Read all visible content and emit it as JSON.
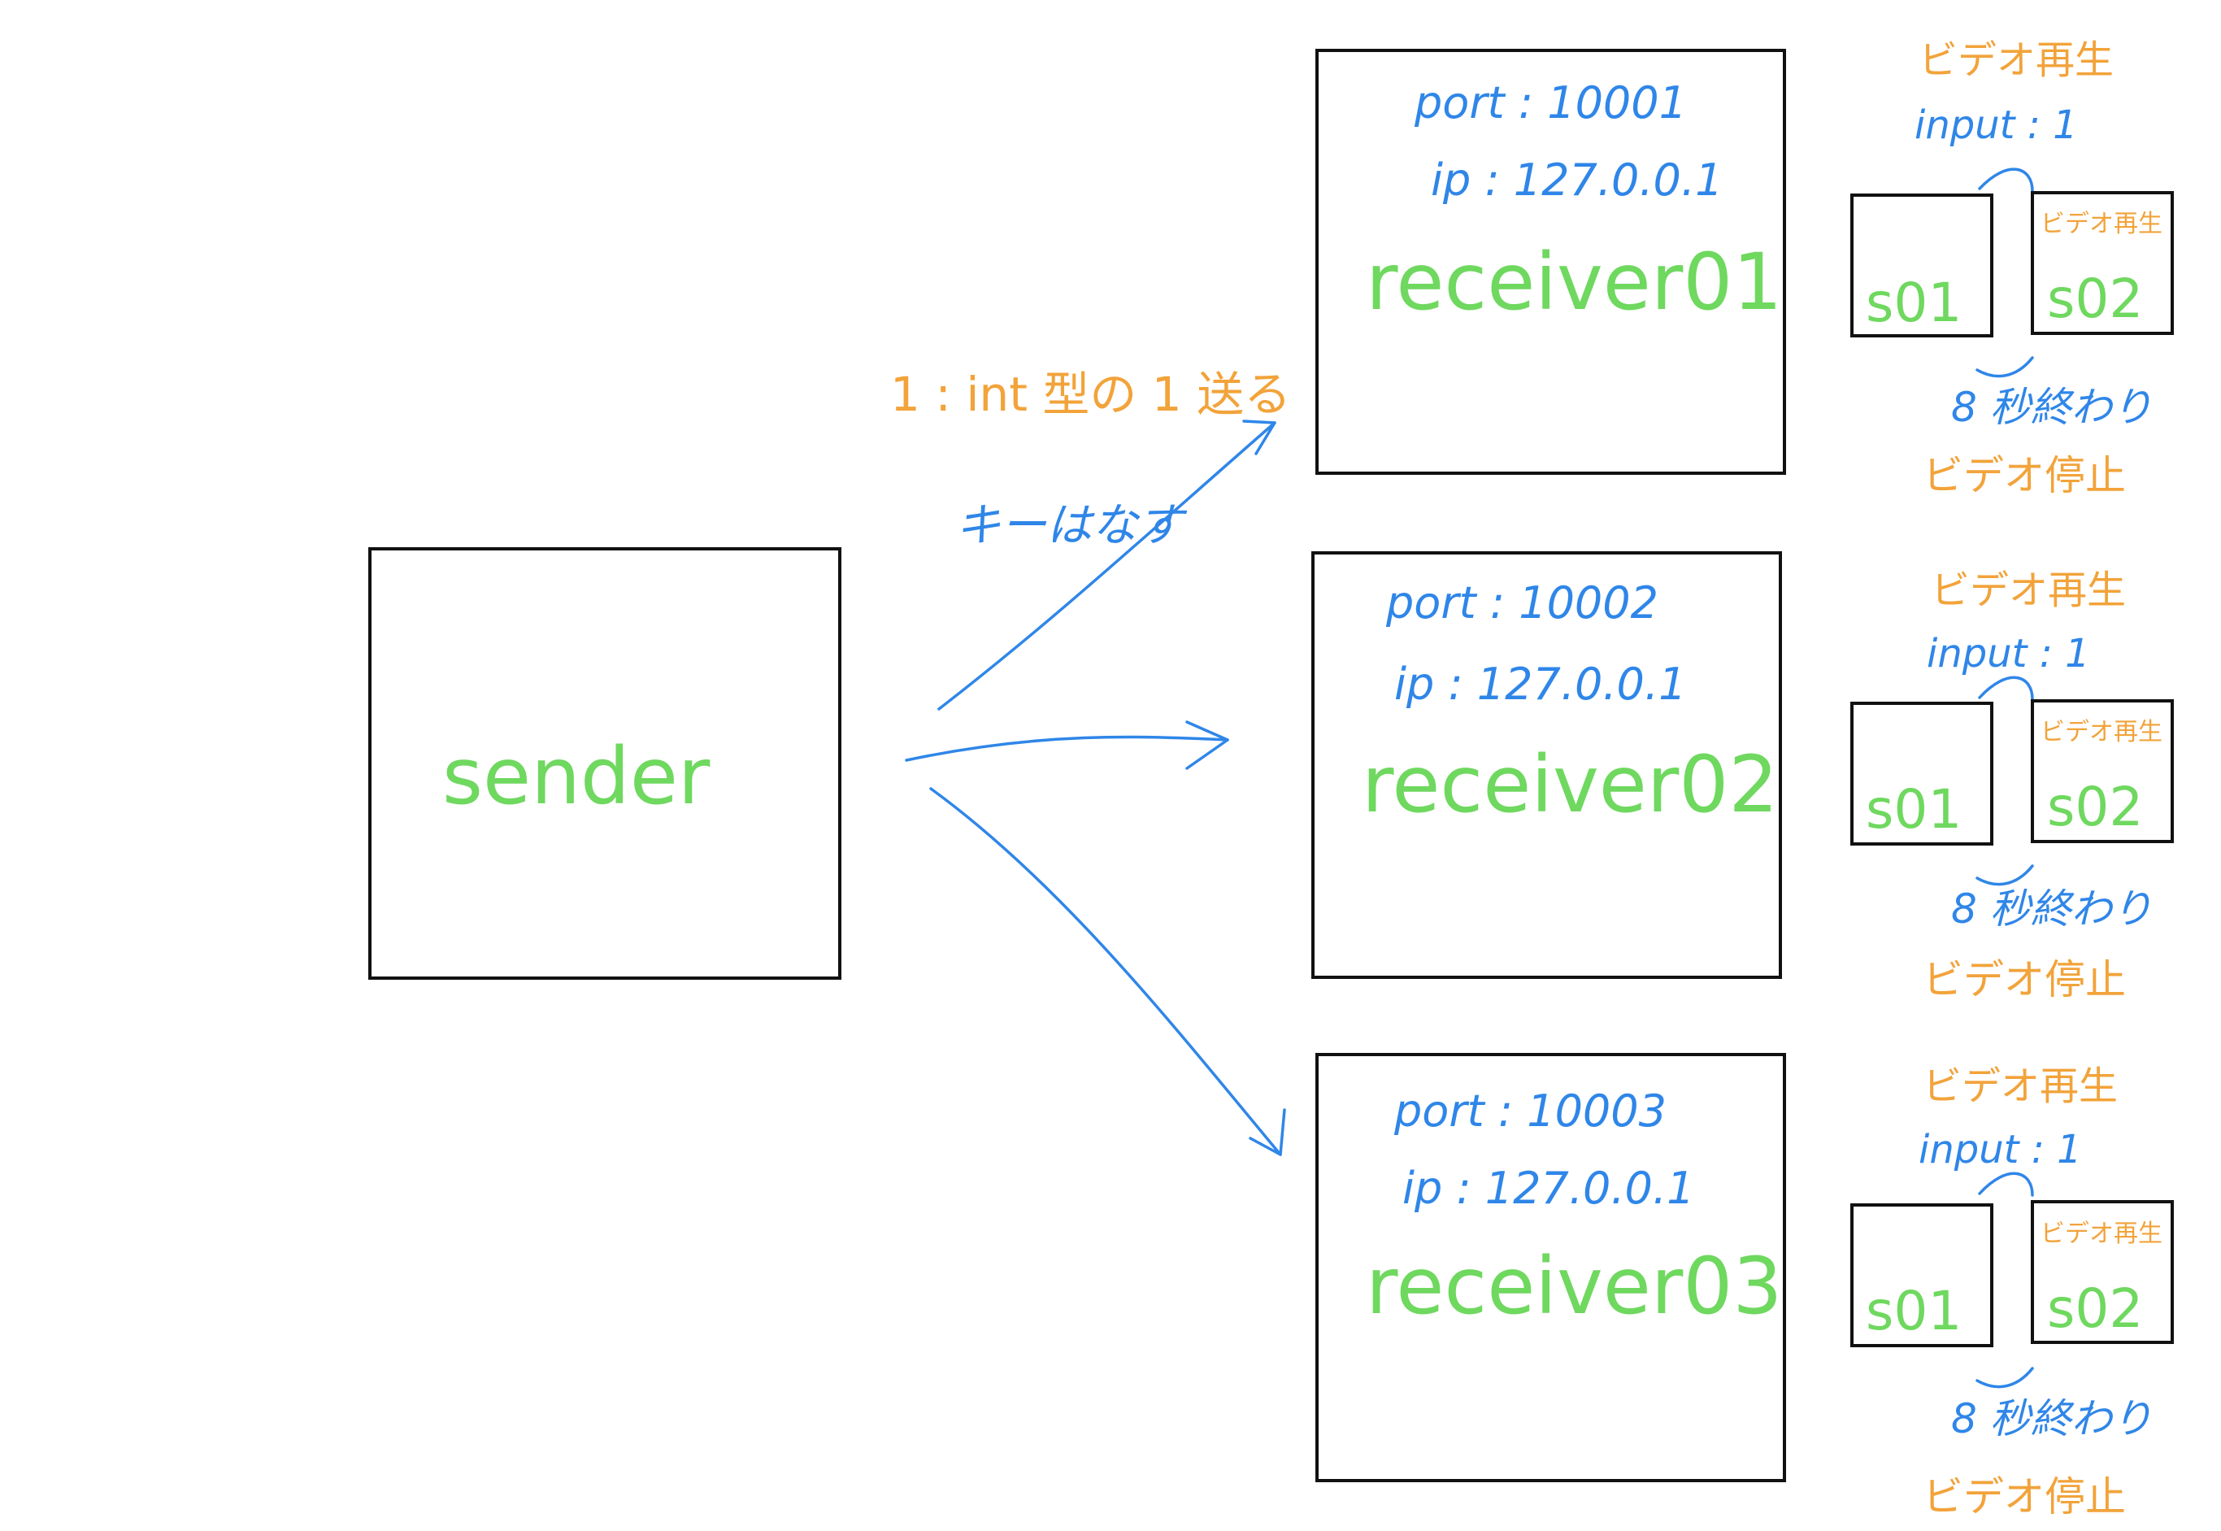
{
  "sender": {
    "label": "sender"
  },
  "send_annotation": {
    "action": "1 : int 型の 1 送る",
    "trigger": "キーはなす"
  },
  "receivers": [
    {
      "port": "port : 10001",
      "ip": "ip : 127.0.0.1",
      "name": "receiver01",
      "scene_a": "s01",
      "scene_b": "s02",
      "play_label": "ビデオ再生",
      "input_label": "input : 1",
      "small_label": "ビデオ再生",
      "end_label": "8 秒終わり",
      "stop_label": "ビデオ停止"
    },
    {
      "port": "port : 10002",
      "ip": "ip : 127.0.0.1",
      "name": "receiver02",
      "scene_a": "s01",
      "scene_b": "s02",
      "play_label": "ビデオ再生",
      "input_label": "input : 1",
      "small_label": "ビデオ再生",
      "end_label": "8 秒終わり",
      "stop_label": "ビデオ停止"
    },
    {
      "port": "port : 10003",
      "ip": "ip : 127.0.0.1",
      "name": "receiver03",
      "scene_a": "s01",
      "scene_b": "s02",
      "play_label": "ビデオ再生",
      "input_label": "input : 1",
      "small_label": "ビデオ再生",
      "end_label": "8 秒終わり",
      "stop_label": "ビデオ停止"
    }
  ],
  "colors": {
    "green": "#6fd85f",
    "blue": "#2f86e8",
    "orange": "#f2a33a",
    "line": "#111111"
  }
}
